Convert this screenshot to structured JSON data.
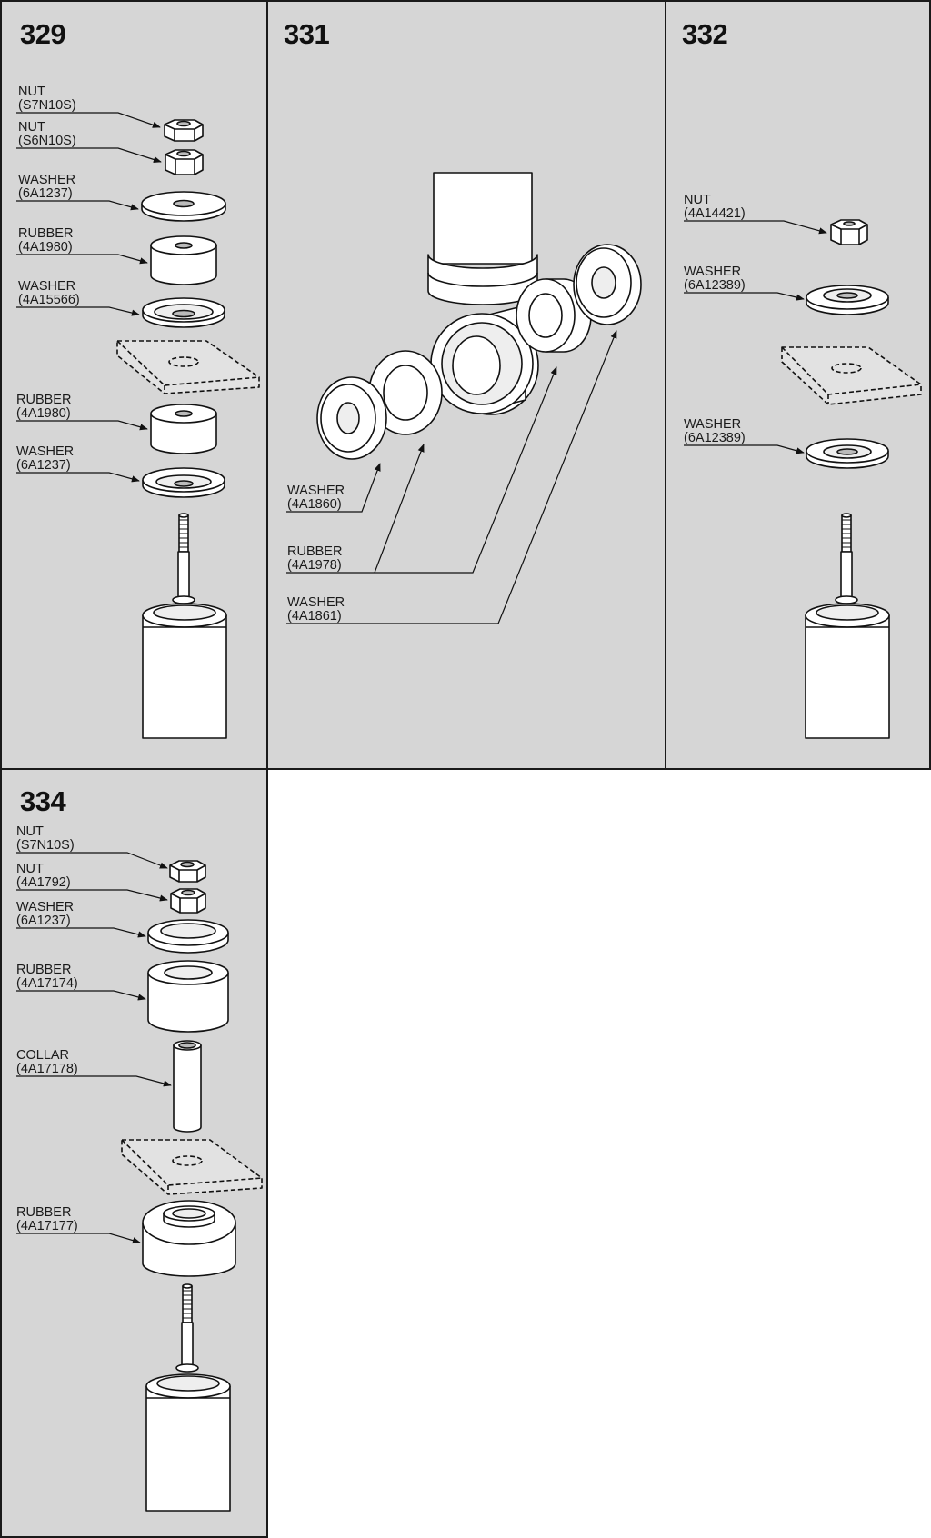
{
  "colors": {
    "panel": "#d6d6d6",
    "part": "#ffffff",
    "line": "#111111"
  },
  "panels": {
    "p329": {
      "number": "329",
      "labels": [
        {
          "name": "NUT",
          "code": "(S7N10S)"
        },
        {
          "name": "NUT",
          "code": "(S6N10S)"
        },
        {
          "name": "WASHER",
          "code": "(6A1237)"
        },
        {
          "name": "RUBBER",
          "code": "(4A1980)"
        },
        {
          "name": "WASHER",
          "code": "(4A15566)"
        },
        {
          "name": "RUBBER",
          "code": "(4A1980)"
        },
        {
          "name": "WASHER",
          "code": "(6A1237)"
        }
      ]
    },
    "p331": {
      "number": "331",
      "labels": [
        {
          "name": "WASHER",
          "code": "(4A1860)"
        },
        {
          "name": "RUBBER",
          "code": "(4A1978)"
        },
        {
          "name": "WASHER",
          "code": "(4A1861)"
        }
      ]
    },
    "p332": {
      "number": "332",
      "labels": [
        {
          "name": "NUT",
          "code": "(4A14421)"
        },
        {
          "name": "WASHER",
          "code": "(6A12389)"
        },
        {
          "name": "WASHER",
          "code": "(6A12389)"
        }
      ]
    },
    "p334": {
      "number": "334",
      "labels": [
        {
          "name": "NUT",
          "code": "(S7N10S)"
        },
        {
          "name": "NUT",
          "code": "(4A1792)"
        },
        {
          "name": "WASHER",
          "code": "(6A1237)"
        },
        {
          "name": "RUBBER",
          "code": "(4A17174)"
        },
        {
          "name": "COLLAR",
          "code": "(4A17178)"
        },
        {
          "name": "RUBBER",
          "code": "(4A17177)"
        }
      ]
    }
  }
}
